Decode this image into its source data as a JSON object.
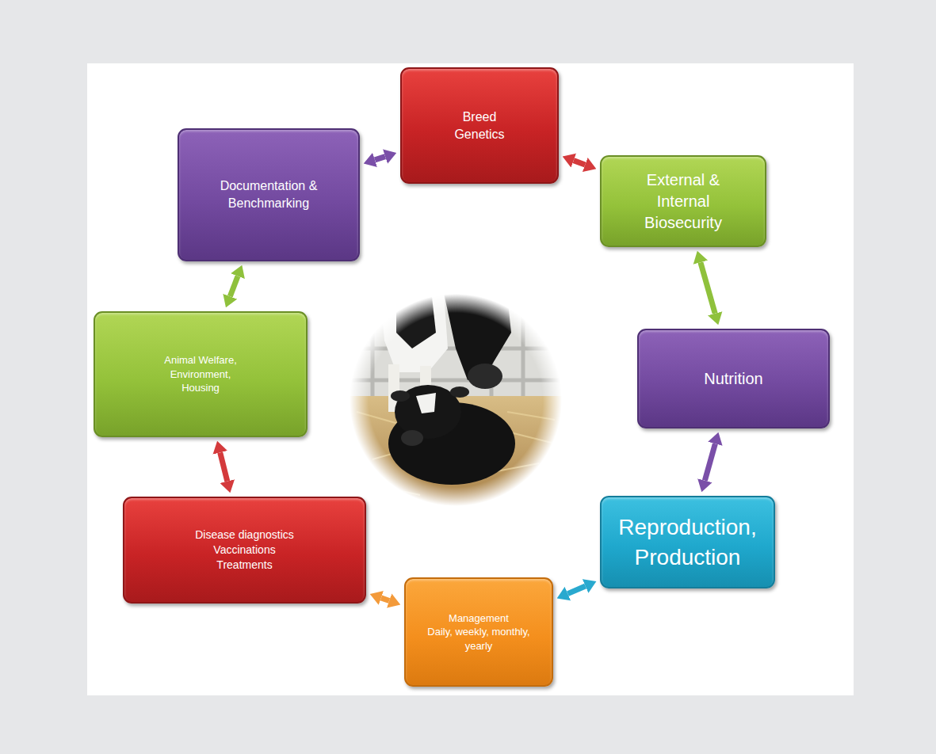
{
  "diagram": {
    "nodes": [
      {
        "text": [
          "Breed",
          "Genetics"
        ]
      },
      {
        "text": [
          "External & Internal Biosecurity"
        ]
      },
      {
        "text": [
          "Nutrition"
        ]
      },
      {
        "text": [
          "Reproduction, Production"
        ]
      },
      {
        "text": [
          "Management",
          "Daily, weekly, monthly, yearly"
        ]
      },
      {
        "text": [
          "Disease diagnostics",
          "Vaccinations",
          "Treatments"
        ]
      },
      {
        "text": [
          "Animal Welfare,",
          "Environment,",
          "Housing"
        ]
      },
      {
        "text": [
          "Documentation & Benchmarking"
        ]
      }
    ],
    "edges": [
      {
        "from": 0,
        "to": 1,
        "arrow": "both"
      },
      {
        "from": 1,
        "to": 2,
        "arrow": "both"
      },
      {
        "from": 2,
        "to": 3,
        "arrow": "both"
      },
      {
        "from": 3,
        "to": 4,
        "arrow": "both"
      },
      {
        "from": 4,
        "to": 5,
        "arrow": "both"
      },
      {
        "from": 5,
        "to": 6,
        "arrow": "both"
      },
      {
        "from": 6,
        "to": 7,
        "arrow": "both"
      },
      {
        "from": 7,
        "to": 0,
        "arrow": "both"
      }
    ]
  }
}
